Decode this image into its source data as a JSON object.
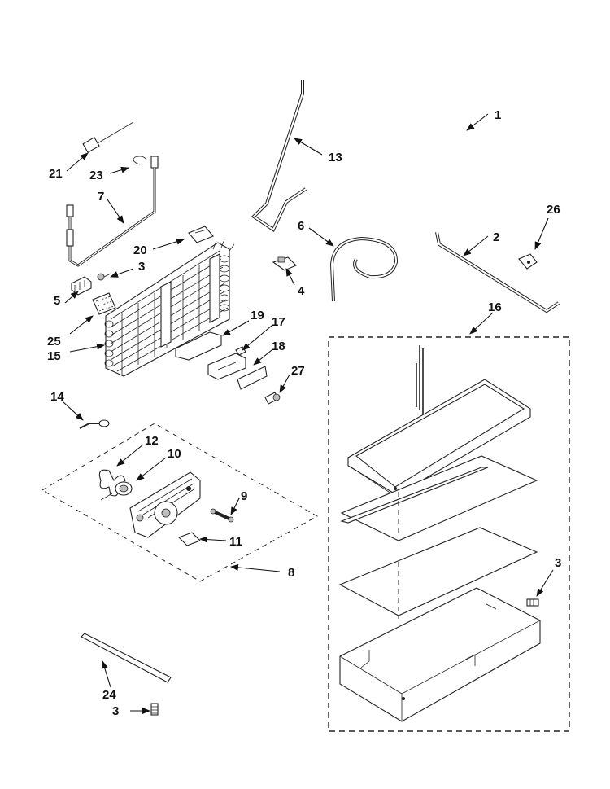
{
  "callouts": {
    "c1": "1",
    "c2": "2",
    "c3a": "3",
    "c3b": "3",
    "c3c": "3",
    "c4": "4",
    "c5": "5",
    "c6": "6",
    "c7": "7",
    "c8": "8",
    "c9": "9",
    "c10": "10",
    "c11": "11",
    "c12": "12",
    "c13": "13",
    "c14": "14",
    "c15": "15",
    "c16": "16",
    "c17": "17",
    "c18": "18",
    "c19": "19",
    "c20": "20",
    "c21": "21",
    "c23": "23",
    "c24": "24",
    "c25": "25",
    "c26": "26",
    "c27": "27"
  }
}
